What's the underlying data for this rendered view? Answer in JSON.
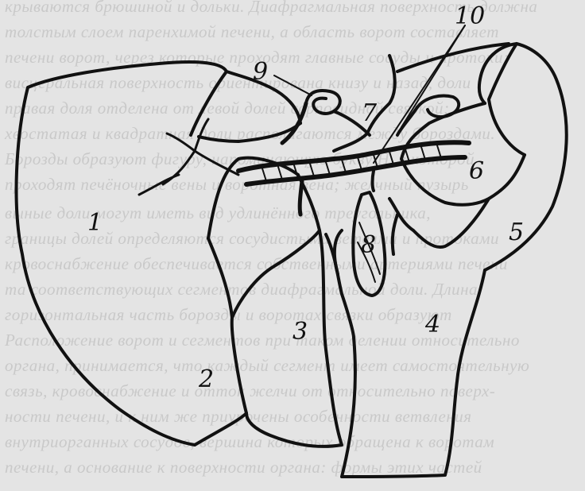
{
  "figure": {
    "labels": [
      {
        "key": "1",
        "text": "1"
      },
      {
        "key": "2",
        "text": "2"
      },
      {
        "key": "3",
        "text": "3"
      },
      {
        "key": "4",
        "text": "4"
      },
      {
        "key": "5",
        "text": "5"
      },
      {
        "key": "6",
        "text": "6"
      },
      {
        "key": "7",
        "text": "7"
      },
      {
        "key": "8",
        "text": "8"
      },
      {
        "key": "9",
        "text": "9"
      },
      {
        "key": "10",
        "text": "10"
      }
    ]
  },
  "background_text": [
    "крываются брюшиной и дольки. Диафрагмальная поверхность должна",
    "толстым слоем паренхимой печени, а область ворот составляет",
    "печени ворот, через которые проходят главные сосуды и протоки;",
    "висцеральная поверхность ориентирована книзу и назад, доли",
    "правая доля отделена от левой долей серповидной связкой;",
    "хвостатая и квадратная доли располагаются между бороздами.",
    "Борозды образуют фигуру, напоминающую букву Н, в которой",
    "проходят печёночные вены и воротная вена; желчный пузырь",
    "выные доли могут иметь вид удлинённого треугольника,",
    "границы долей определяются сосудистыми ветвями и протоками",
    "кровоснабжение обеспечивается собственными артериями печени",
    "та соответствующих сегментов диафрагмальной доли. Длина",
    "горизонтальная часть борозды и воротах связки образуют",
    "Расположение ворот и сегментов при таком делении относительно",
    "органа, принимается, что каждый сегмент имеет самостоятельную",
    "связь, кровоснабжение и отток желчи от относительно поверх-",
    "ности печени, и к ним же приурочены особенности ветвления",
    "внутриорганных сосудов, вершина которых обращена к воротам",
    "печени, а основание к поверхности органа: формы этих частей"
  ]
}
